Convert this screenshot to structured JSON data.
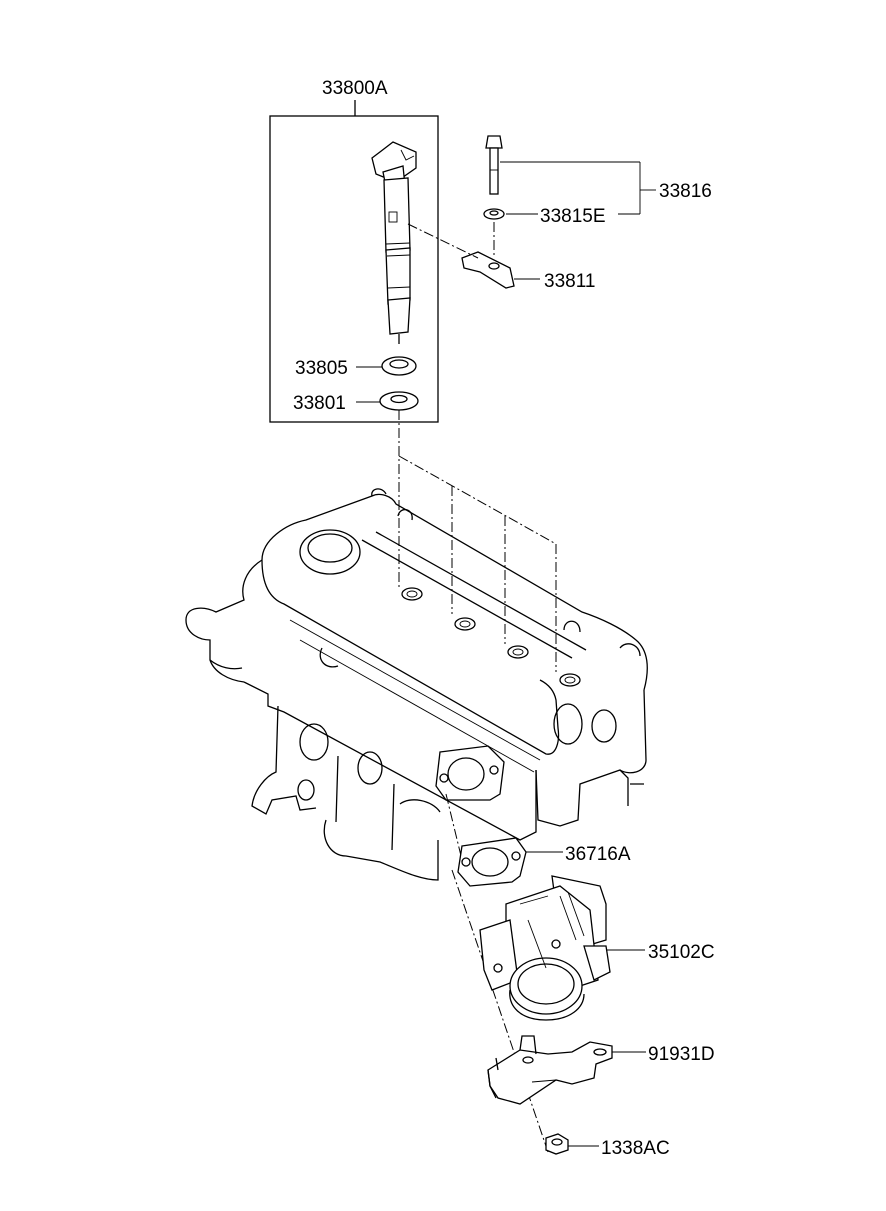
{
  "diagram": {
    "labels": {
      "injector_assembly": "33800A",
      "bolt_set": "33816",
      "washer": "33815E",
      "clamp": "33811",
      "injector_seal": "33805",
      "injector_washer": "33801",
      "gasket": "36716A",
      "throttle_body": "35102C",
      "bracket": "91931D",
      "nut": "1338AC"
    }
  }
}
